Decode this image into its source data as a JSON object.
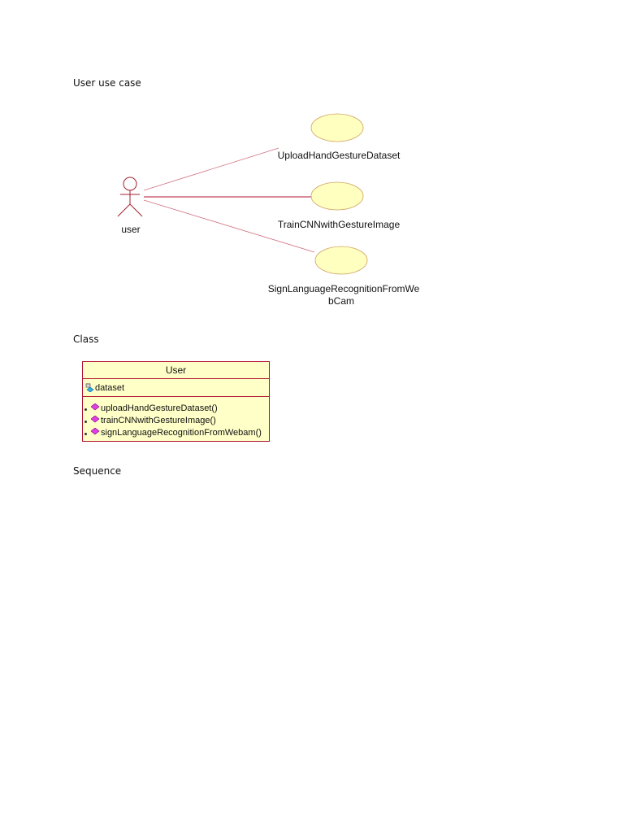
{
  "headings": {
    "use_case": "User use case",
    "class": "Class",
    "sequence": "Sequence"
  },
  "use_case_diagram": {
    "actor": {
      "label": "user",
      "icon": "stick-figure-actor-icon"
    },
    "use_cases": [
      {
        "label": "UploadHandGestureDataset"
      },
      {
        "label": "TrainCNNwithGestureImage"
      },
      {
        "label_line1": "SignLanguageRecognitionFromWe",
        "label_line2": "bCam"
      }
    ],
    "colors": {
      "ellipse_fill": "#ffffc0",
      "ellipse_stroke": "#d0a060",
      "line": "#b01030",
      "actor_stroke": "#a02030"
    }
  },
  "class_diagram": {
    "class_name": "User",
    "attributes": [
      {
        "name": "dataset",
        "icon": "private-attribute-icon"
      }
    ],
    "operations": [
      {
        "name": "uploadHandGestureDataset()",
        "icon": "public-operation-icon"
      },
      {
        "name": "trainCNNwithGestureImage()",
        "icon": "public-operation-icon"
      },
      {
        "name": "signLanguageRecognitionFromWebam()",
        "icon": "public-operation-icon"
      }
    ],
    "colors": {
      "fill": "#ffffc8",
      "border": "#b01030"
    }
  }
}
